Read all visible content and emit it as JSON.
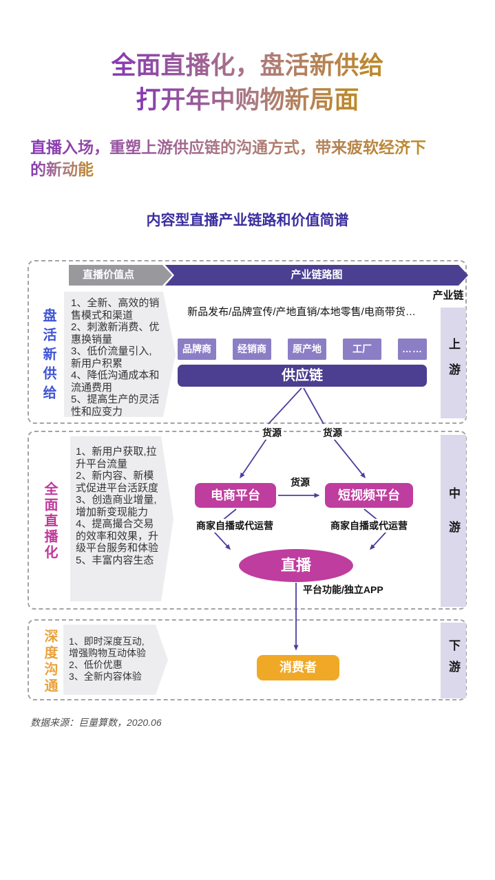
{
  "page": {
    "title_lines": [
      "全面直播化，盘活新供给",
      "打开年中购物新局面"
    ],
    "subtitle_lines": [
      "直播入场，重塑上游供应链的沟通方式，带来疲软经济下",
      "的新动能"
    ],
    "diagram_title": "内容型直播产业链路和价值简谱",
    "footer": "数据来源：巨量算数，2020.06"
  },
  "header_bar": {
    "left_label": "直播价值点",
    "right_label": "产业链路图"
  },
  "industry_chain": {
    "label": "产业链",
    "upstream": "上游",
    "midstream": "中游",
    "downstream": "下游"
  },
  "sections": [
    {
      "name": "盘活新供给",
      "items": [
        "1、全新、高效的销售模式和渠道",
        "2、刺激新消费、优惠换销量",
        "3、低价流量引入,新用户积累",
        "4、降低沟通成本和流通费用",
        "5、提高生产的灵活性和应变力"
      ]
    },
    {
      "name": "全面直播化",
      "items": [
        "1、新用户获取,拉升平台流量",
        "2、新内容、新模式促进平台活跃度",
        "3、创造商业增量,增加新变现能力",
        "4、提高撮合交易的效率和效果，升级平台服务和体验",
        "5、丰富内容生态"
      ]
    },
    {
      "name": "深度沟通",
      "items": [
        "1、即时深度互动,增强购物互动体验",
        "2、低价优惠",
        "3、全新内容体验"
      ]
    }
  ],
  "upstream": {
    "channels_text": "新品发布/品牌宣传/产地直销/本地零售/电商带货…",
    "suppliers": [
      "品牌商",
      "经销商",
      "原产地",
      "工厂",
      "……"
    ],
    "supply_chain_label": "供应链"
  },
  "midstream": {
    "source_label_left": "货源",
    "source_label_right": "货源",
    "source_label_mid": "货源",
    "ecommerce_platform": "电商平台",
    "short_video_platform": "短视频平台",
    "self_broadcast_left": "商家自播或代运营",
    "self_broadcast_right": "商家自播或代运营",
    "live_label": "直播",
    "app_label": "平台功能/独立APP"
  },
  "downstream": {
    "consumer_label": "消费者"
  },
  "colors": {
    "title_gradient": [
      "#8638B4",
      "#AC7A82",
      "#BE8A26"
    ],
    "header_purple": "#4B3F92",
    "header_gray": "#98989D",
    "diagram_title_purple": "#3A2E9E",
    "supplier_box_purple": "#8B7EC5",
    "supply_chain_purple": "#4C3E90",
    "side_bar_lavender": "#DBD8EC",
    "magenta": "#BF3D9E",
    "consumer_gold": "#F0A827",
    "label_blue": "#3F55D4",
    "label_magenta": "#C0399B",
    "label_gold": "#E8A33D",
    "arrow_purple": "#4A3F9D"
  }
}
